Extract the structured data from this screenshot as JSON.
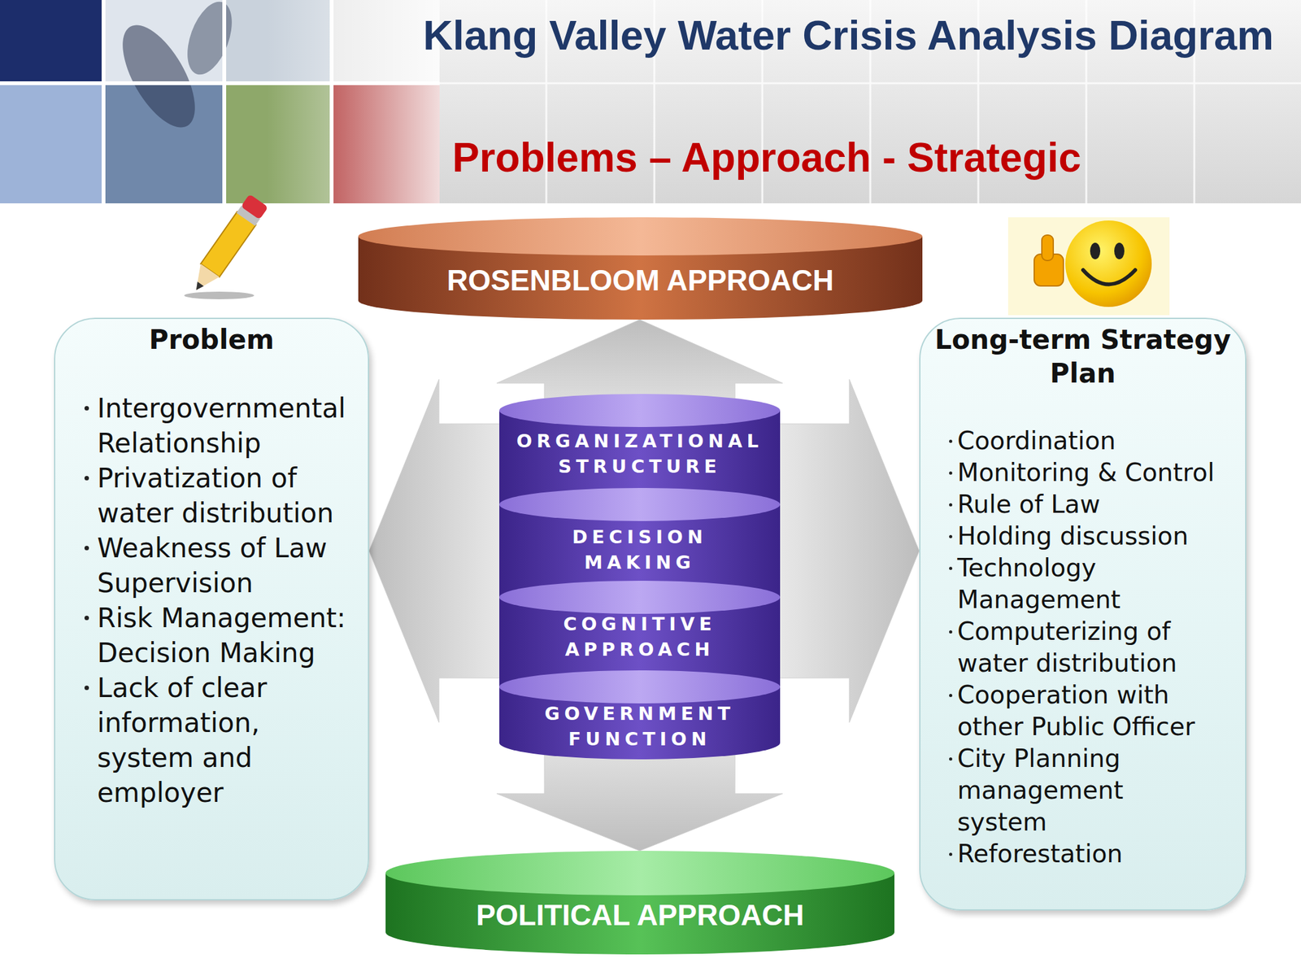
{
  "diagram": {
    "title": "Klang Valley Water Crisis Analysis Diagram",
    "nodes": [
      {
        "text": [
          "ROSENBLOOM APPROACH"
        ]
      },
      {
        "text": [
          "Problem",
          "Intergovernmental Relationship",
          "Privatization of water distribution",
          "Weakness of Law Supervision",
          "Risk Management: Decision Making",
          "Lack of clear information, system and employer"
        ]
      },
      {
        "text": [
          "ORGANIZATIONAL STRUCTURE"
        ]
      },
      {
        "text": [
          "DECISION MAKING"
        ]
      },
      {
        "text": [
          "COGNITIVE APPROACH"
        ]
      },
      {
        "text": [
          "GOVERNMENT FUNCTION"
        ]
      },
      {
        "text": [
          "POLITICAL APPROACH"
        ]
      },
      {
        "text": [
          "Long-term Strategy Plan",
          "Coordination",
          "Monitoring & Control",
          "Rule of Law",
          "Holding discussion",
          "Technology Management",
          "Computerizing of water distribution",
          "Cooperation with other Public Officer",
          "City Planning management system",
          "Reforestation"
        ]
      }
    ],
    "edges": [
      {
        "from": 2,
        "to": 0,
        "arrow": "to"
      },
      {
        "from": 5,
        "to": 6,
        "arrow": "to"
      },
      {
        "from": 3,
        "to": 1,
        "arrow": "to"
      },
      {
        "from": 3,
        "to": 7,
        "arrow": "to"
      }
    ],
    "labels": [
      "Problems – Approach - Strategic"
    ]
  }
}
